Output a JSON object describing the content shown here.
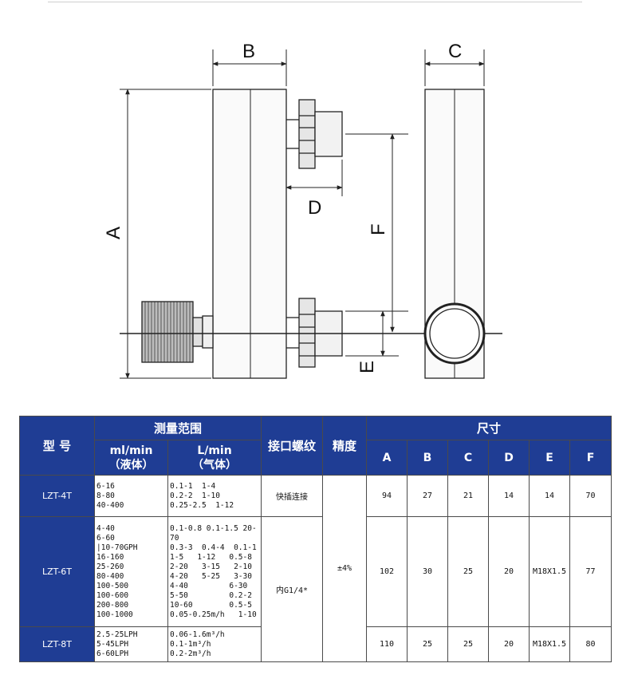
{
  "drawing": {
    "labels": {
      "A": "A",
      "B": "B",
      "C": "C",
      "D": "D",
      "E": "E",
      "F": "F"
    }
  },
  "table": {
    "model_header": "型 号",
    "range_header": "测量范围",
    "liquid_unit": "ml/min",
    "liquid_label": "（液体）",
    "gas_unit": "L/min",
    "gas_label": "（气体）",
    "thread_header": "接口螺纹",
    "accuracy_header": "精度",
    "size_header": "尺寸",
    "dims": [
      "A",
      "B",
      "C",
      "D",
      "E",
      "F"
    ],
    "rows": [
      {
        "model": "LZT-4T",
        "liquid": "6-16\n8-80\n40-400",
        "gas": "0.1-1  1-4\n0.2-2  1-10\n0.25-2.5  1-12",
        "thread": "快插连接",
        "dims": [
          "94",
          "27",
          "21",
          "14",
          "14",
          "70"
        ]
      },
      {
        "model": "LZT-6T",
        "liquid": "4-40\n6-60\n|10-70GPH\n16-160\n25-260\n80-400\n100-500\n100-600\n200-800\n100-1000",
        "gas": "0.1-0.8 0.1-1.5 20-\n70\n0.3-3  0.4-4  0.1-1\n1-5   1-12   0.5-8\n2-20   3-15   2-10\n4-20   5-25   3-30\n4-40         6-30\n5-50         0.2-2\n10-60        0.5-5\n0.05-0.25m/h   1-10",
        "thread": "内G1/4*",
        "accuracy": "±4%",
        "dims": [
          "102",
          "30",
          "25",
          "20",
          "M18X1.5",
          "77"
        ]
      },
      {
        "model": "LZT-8T",
        "liquid": "2.5-25LPH\n5-45LPH\n6-60LPH",
        "gas": "0.06-1.6m³/h\n0.1-1m³/h\n0.2-2m³/h",
        "dims": [
          "110",
          "25",
          "25",
          "20",
          "M18X1.5",
          "80"
        ]
      }
    ]
  }
}
